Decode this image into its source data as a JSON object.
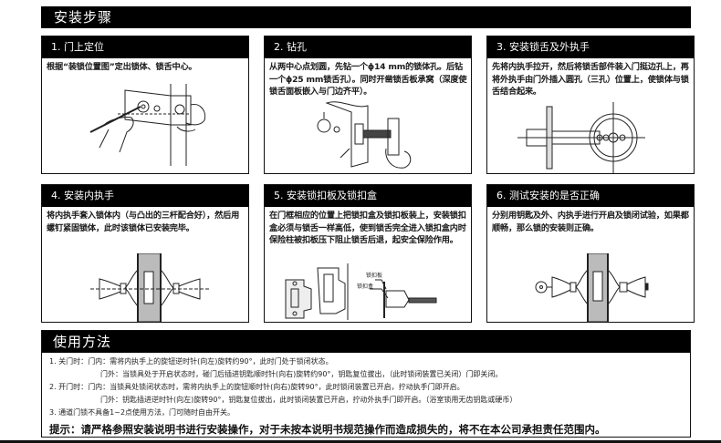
{
  "header": {
    "title": "安装步骤"
  },
  "steps": [
    {
      "title": "1. 门上定位",
      "text": "根据“装锁位置图”定出锁体、锁舌中心。"
    },
    {
      "title": "2. 钻孔",
      "text": "从两中心点划圆，先钻一个ϕ14 mm的锁体孔。后钻一个ϕ25 mm锁舌孔）。同时开凿锁舌板承窝（深度使锁舌面板嵌入与门边齐平）。"
    },
    {
      "title": "3. 安装锁舌及外执手",
      "text": "先将内执手拉开，然后将锁舌部件装入门挺边孔上，再将外执手由门外插入圆孔（三孔）位置上，使锁体与锁舌结合起来。"
    },
    {
      "title": "4. 安装内执手",
      "text": "将内执手套入锁体内（与凸出的三杆配合好），然后用螺钉紧固锁体，此时该锁体已安装完毕。"
    },
    {
      "title": "5. 安装锁扣板及锁扣盒",
      "text": "在门框相应的位置上把锁扣盒及锁扣板装上，安装锁扣盒必须与锁舌一样高低，使到锁舌完全进入锁扣盒内时保险柱被扣板压下阻止锁舌后退，起安全保险作用。",
      "labels": [
        "锁扣板",
        "锁扣盒"
      ]
    },
    {
      "title": "6. 测试安装的是否正确",
      "text": "分别用钥匙及外、内执手进行开启及锁闭试验，如果都顺畅，那么锁的安装则正确。"
    }
  ],
  "usage": {
    "title": "使用方法",
    "lines": [
      {
        "prefix": "1. 关门时：",
        "text": "门内：需将内执手上的旋钮逆时针(向左)旋转约90°，此时门处于锁闭状态。"
      },
      {
        "prefix": "",
        "text": "门外：当锁具处于开启状态时，碰门后插进钥匙顺时针(向右)旋转约90°，钥匙复位拔出，（此时锁闭装置已关闭）门即关闭。"
      },
      {
        "prefix": "2. 开门时：",
        "text": "门内：当锁具处锁闭状态时，需将内执手上的旋钮顺时针(向右)旋转90°，此时锁闭装置已开启，拧动执手门即开启。"
      },
      {
        "prefix": "",
        "text": "门外：钥匙插进逆时针(向左)旋转90°，钥匙复位拔出，此时锁闭装置已开启，拧动外执手门即开启。（浴室锁用无齿钥匙或硬币）"
      },
      {
        "prefix": "3. 通道门锁不具备1~2点使用方法，门可随时自由开关。",
        "text": ""
      }
    ],
    "tip": "提示：请严格参照安装说明书进行安装操作，对于未按本说明书规范操作而造成损失的，将不在本公司承担责任范围内。"
  }
}
